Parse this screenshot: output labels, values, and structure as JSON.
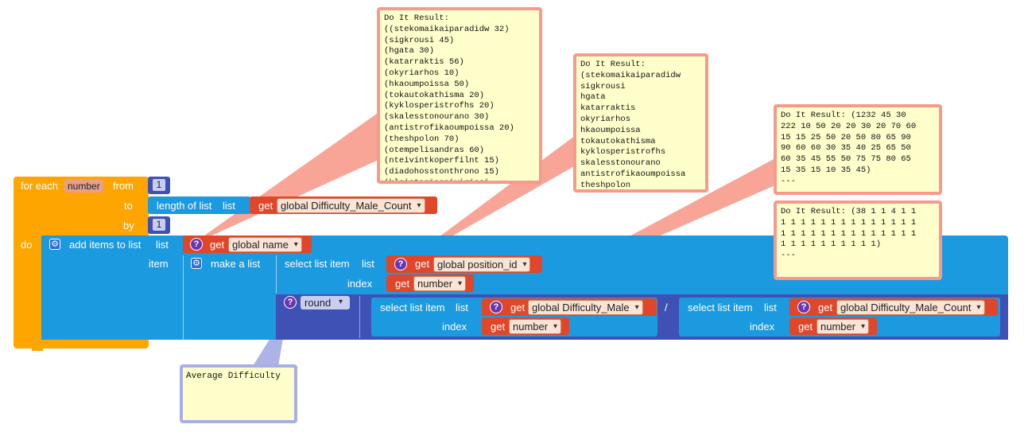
{
  "for_each": {
    "for_each_label": "for each",
    "var_name": "number",
    "from_label": "from",
    "from_value": "1",
    "to_label": "to",
    "by_label": "by",
    "by_value": "1",
    "do_label": "do"
  },
  "length_block": {
    "label": "length of list",
    "list_label": "list"
  },
  "get_difficulty_count_1": {
    "get_label": "get",
    "var": "global Difficulty_Male_Count"
  },
  "add_items": {
    "label": "add items to list",
    "list_label": "list",
    "item_label": "item"
  },
  "get_global_name": {
    "get_label": "get",
    "var": "global name"
  },
  "make_list": {
    "label": "make a list"
  },
  "select_pos": {
    "label": "select list item",
    "list_label": "list",
    "index_label": "index"
  },
  "get_position_id": {
    "get_label": "get",
    "var": "global position_id"
  },
  "get_number_1": {
    "get_label": "get",
    "var": "number"
  },
  "round_block": {
    "label": "round",
    "divide": "/"
  },
  "select_dm": {
    "label": "select list item",
    "list_label": "list",
    "index_label": "index"
  },
  "get_difficulty_male": {
    "get_label": "get",
    "var": "global Difficulty_Male"
  },
  "get_number_2": {
    "get_label": "get",
    "var": "number"
  },
  "select_dmc": {
    "label": "select list item",
    "list_label": "list",
    "index_label": "index"
  },
  "get_difficulty_count_2": {
    "get_label": "get",
    "var": "global Difficulty_Male_Count"
  },
  "get_number_3": {
    "get_label": "get",
    "var": "number"
  },
  "bubbles": {
    "name_result": "Do It Result:\n((stekomaikaiparadidw 32)\n(sigkrousi 45)\n(hgata 30)\n(katarraktis 56)\n(okyriarhos 10)\n(hkaoumpoissa 50)\n(tokautokathisma 20)\n(kyklosperistrofhs 20)\n(skalesstonourano 30)\n(antistrofikaoumpoissa 20)\n(theshpolon 70)\n(otempelisandras 60)\n(nteivintkoperfilnt 15)\n(diadohosstonthrono 15)\n(kleistogiaepixirisei",
    "position_result": "Do It Result:\n(stekomaikaiparadidw\nsigkrousi\nhgata\nkatarraktis\nokyriarhos\nhkaoumpoissa\ntokautokathisma\nkyklosperistrofhs\nskalesstonourano\nantistrofikaoumpoissa\ntheshpolon",
    "difficulty_result": "Do It Result: (1232 45 30\n222 10 50 20 20 30 20 70 60\n15 15 25 50 20 50 80 65 90\n90 60 60 30 35 40 25 65 50\n60 35 45 55 50 75 75 80 65\n15 35 15 10 35 45)\n---",
    "count_result": "Do It Result: (38 1 1 4 1 1\n1 1 1 1 1 1 1 1 1 1 1 1 1 1\n1 1 1 1 1 1 1 1 1 1 1 1 1 1\n1 1 1 1 1 1 1 1 1 1)\n---"
  },
  "comment": {
    "text": "Average Difficulty"
  },
  "colors": {
    "control": "#ffa500",
    "list": "#1b9ae0",
    "variable": "#e0462a",
    "math": "#3f51b5",
    "bubble_border": "#f79a8c",
    "bubble_bg": "#ffffcc",
    "comment_border": "#a9aee6"
  }
}
